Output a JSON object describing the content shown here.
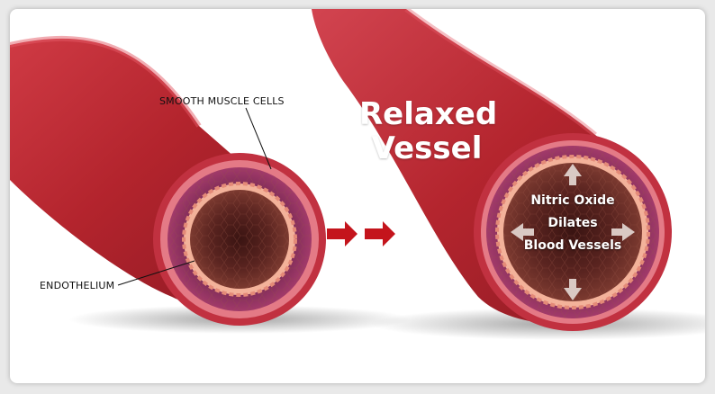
{
  "labels": {
    "smooth_muscle": "SMOOTH MUSCLE CELLS",
    "endothelium": "ENDOTHELIUM"
  },
  "right_panel": {
    "title_line1": "Relaxed",
    "title_line2": "Vessel",
    "inner_line1": "Nitric Oxide",
    "inner_line2": "Dilates",
    "inner_line3": "Blood Vessels"
  },
  "colors": {
    "vessel_red": "#b3242d",
    "vessel_dark": "#8e1a24",
    "wall_pink": "#e47a86",
    "arrow_red": "#c4141c"
  }
}
